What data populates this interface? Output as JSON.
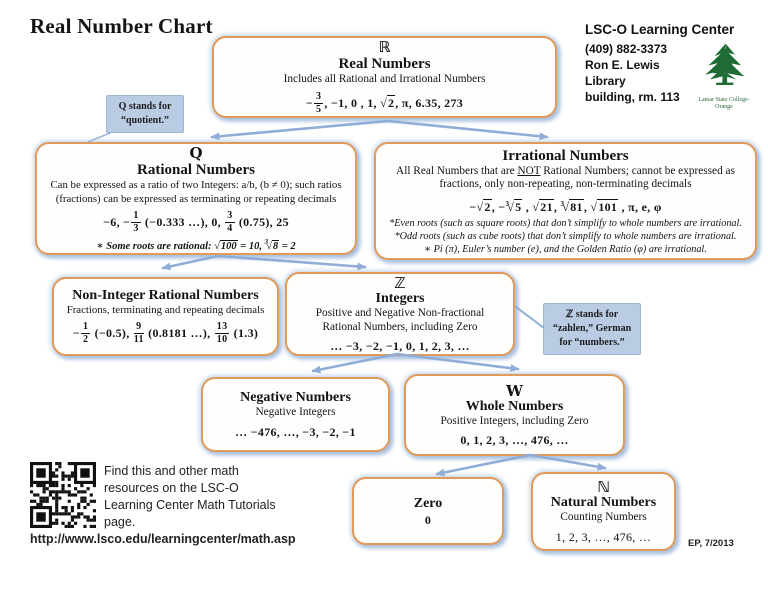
{
  "page": {
    "title": "Real Number Chart",
    "version": "EP, 7/2013"
  },
  "header": {
    "org": "LSC-O Learning Center",
    "phone": "(409) 882-3373",
    "address_line1": "Ron E. Lewis Library",
    "address_line2": "building, rm. 113",
    "logo_caption_line1": "Lamar State College-",
    "logo_caption_line2": "Orange"
  },
  "callouts": {
    "q": {
      "line1": "Q stands for",
      "line2": "“quotient.”"
    },
    "z": {
      "line1": "ℤ stands for",
      "line2": "“zahlen,” German",
      "line3": "for “numbers.”"
    }
  },
  "boxes": {
    "real": {
      "symbol": "ℝ",
      "title": "Real Numbers",
      "desc": "Includes all Rational and Irrational Numbers",
      "examples": "−{3/5}, −1, 0 , 1, √{2}, π, 6.35, 273"
    },
    "rational": {
      "symbol": "Q",
      "title": "Rational Numbers",
      "desc": "Can be expressed as a ratio of two Integers: a/b, (b ≠ 0); such ratios (fractions) can be expressed as terminating or repeating decimals",
      "examples": "−6, −{1/3} (−0.333 …), 0, {3/4} (0.75), 25",
      "note": "∗ Some roots are rational: √{100} = 10, √[3]{8} = 2"
    },
    "irrational": {
      "title": "Irrational Numbers",
      "desc_pre": "All Real Numbers that are ",
      "desc_emph": "NOT",
      "desc_post": " Rational Numbers; cannot be expressed as fractions, only non-repeating, non-terminating decimals",
      "examples": "−√{2},  −√[3]{5} , √{21}, √[3]{81}, √{101} , π, e,  φ",
      "notes": [
        "*Even roots (such as square roots) that don’t simplify to whole numbers are irrational.",
        "*Odd roots (such as cube roots) that don’t simplify to whole numbers are irrational.",
        "∗ Pi (π), Euler’s number (e), and the Golden Ratio (φ) are irrational."
      ]
    },
    "non_integer": {
      "title": "Non-Integer Rational Numbers",
      "desc": "Fractions, terminating and repeating decimals",
      "examples": "−{1/2} (−0.5), {9/11} (0.8181 …), {13/10} (1.3)"
    },
    "integers": {
      "symbol": "ℤ",
      "title": "Integers",
      "desc": "Positive and Negative Non-fractional Rational Numbers, including Zero",
      "examples": "… −3, −2, −1, 0, 1, 2, 3, …"
    },
    "negative": {
      "title": "Negative Numbers",
      "desc": "Negative Integers",
      "examples": "… −476, …, −3, −2, −1"
    },
    "whole": {
      "symbol": "W",
      "title": "Whole Numbers",
      "desc": "Positive Integers, including Zero",
      "examples": "0, 1, 2, 3, …, 476, …"
    },
    "zero": {
      "title": "Zero",
      "examples": "0"
    },
    "natural": {
      "symbol": "ℕ",
      "title": "Natural Numbers",
      "desc": "Counting Numbers",
      "examples": "1, 2, 3, …, 476, …"
    }
  },
  "footer": {
    "qr_text": "Find this and other math resources on the LSC-O Learning Center Math Tutorials page.",
    "url": "http://www.lsco.edu/learningcenter/math.asp"
  }
}
